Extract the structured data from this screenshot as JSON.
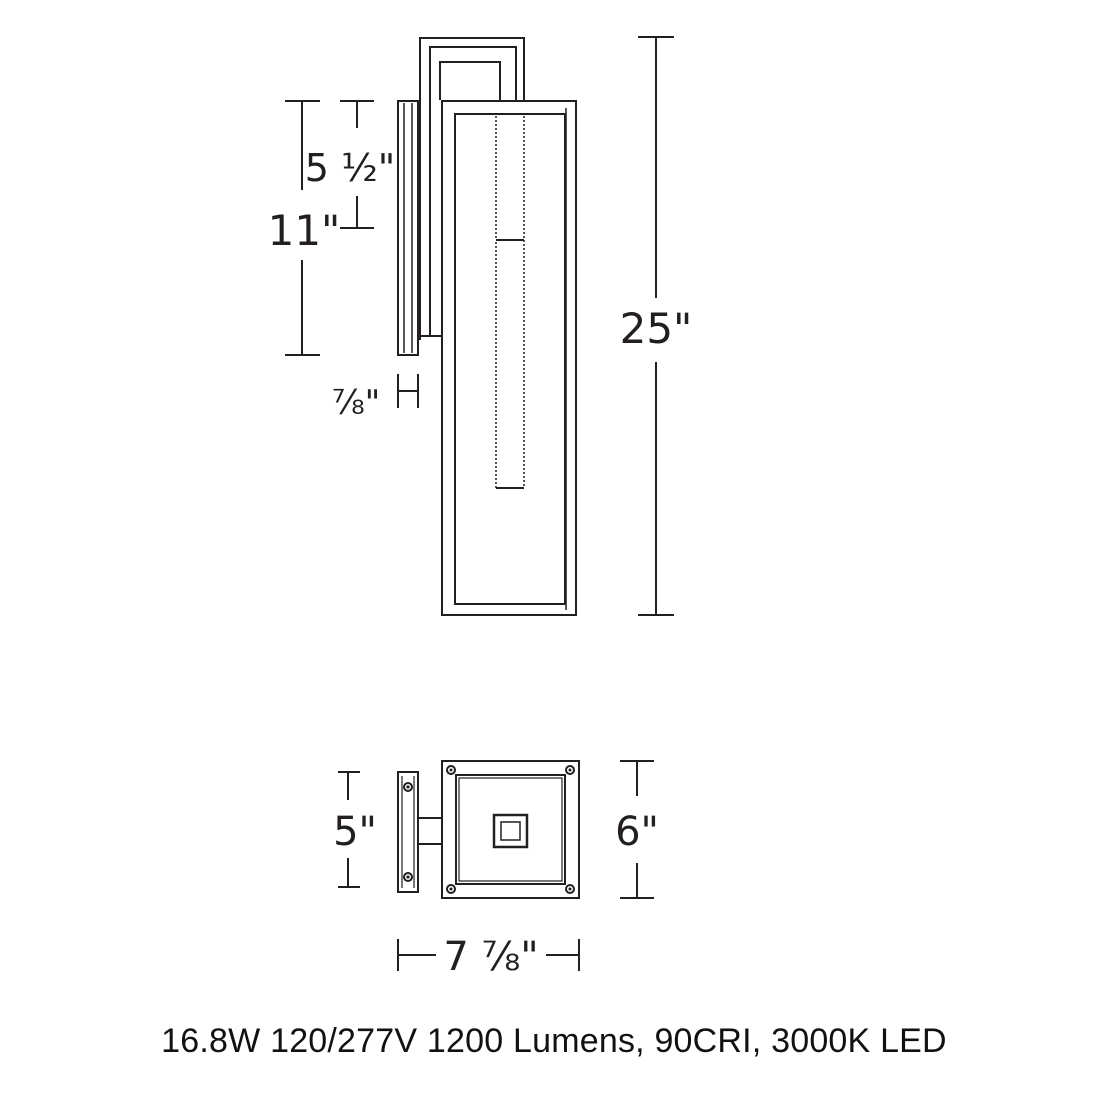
{
  "dimensions": {
    "backplate_height": "11\"",
    "backplate_inner": "5 ½\"",
    "backplate_depth": "⅞\"",
    "overall_height": "25\"",
    "plan_backplate_width": "5\"",
    "plan_fixture_width": "6\"",
    "plan_overall_depth": "7 ⅞\""
  },
  "specs": "16.8W 120/277V 1200 Lumens, 90CRI, 3000K LED",
  "colors": {
    "line": "#231f20",
    "background": "#ffffff"
  }
}
